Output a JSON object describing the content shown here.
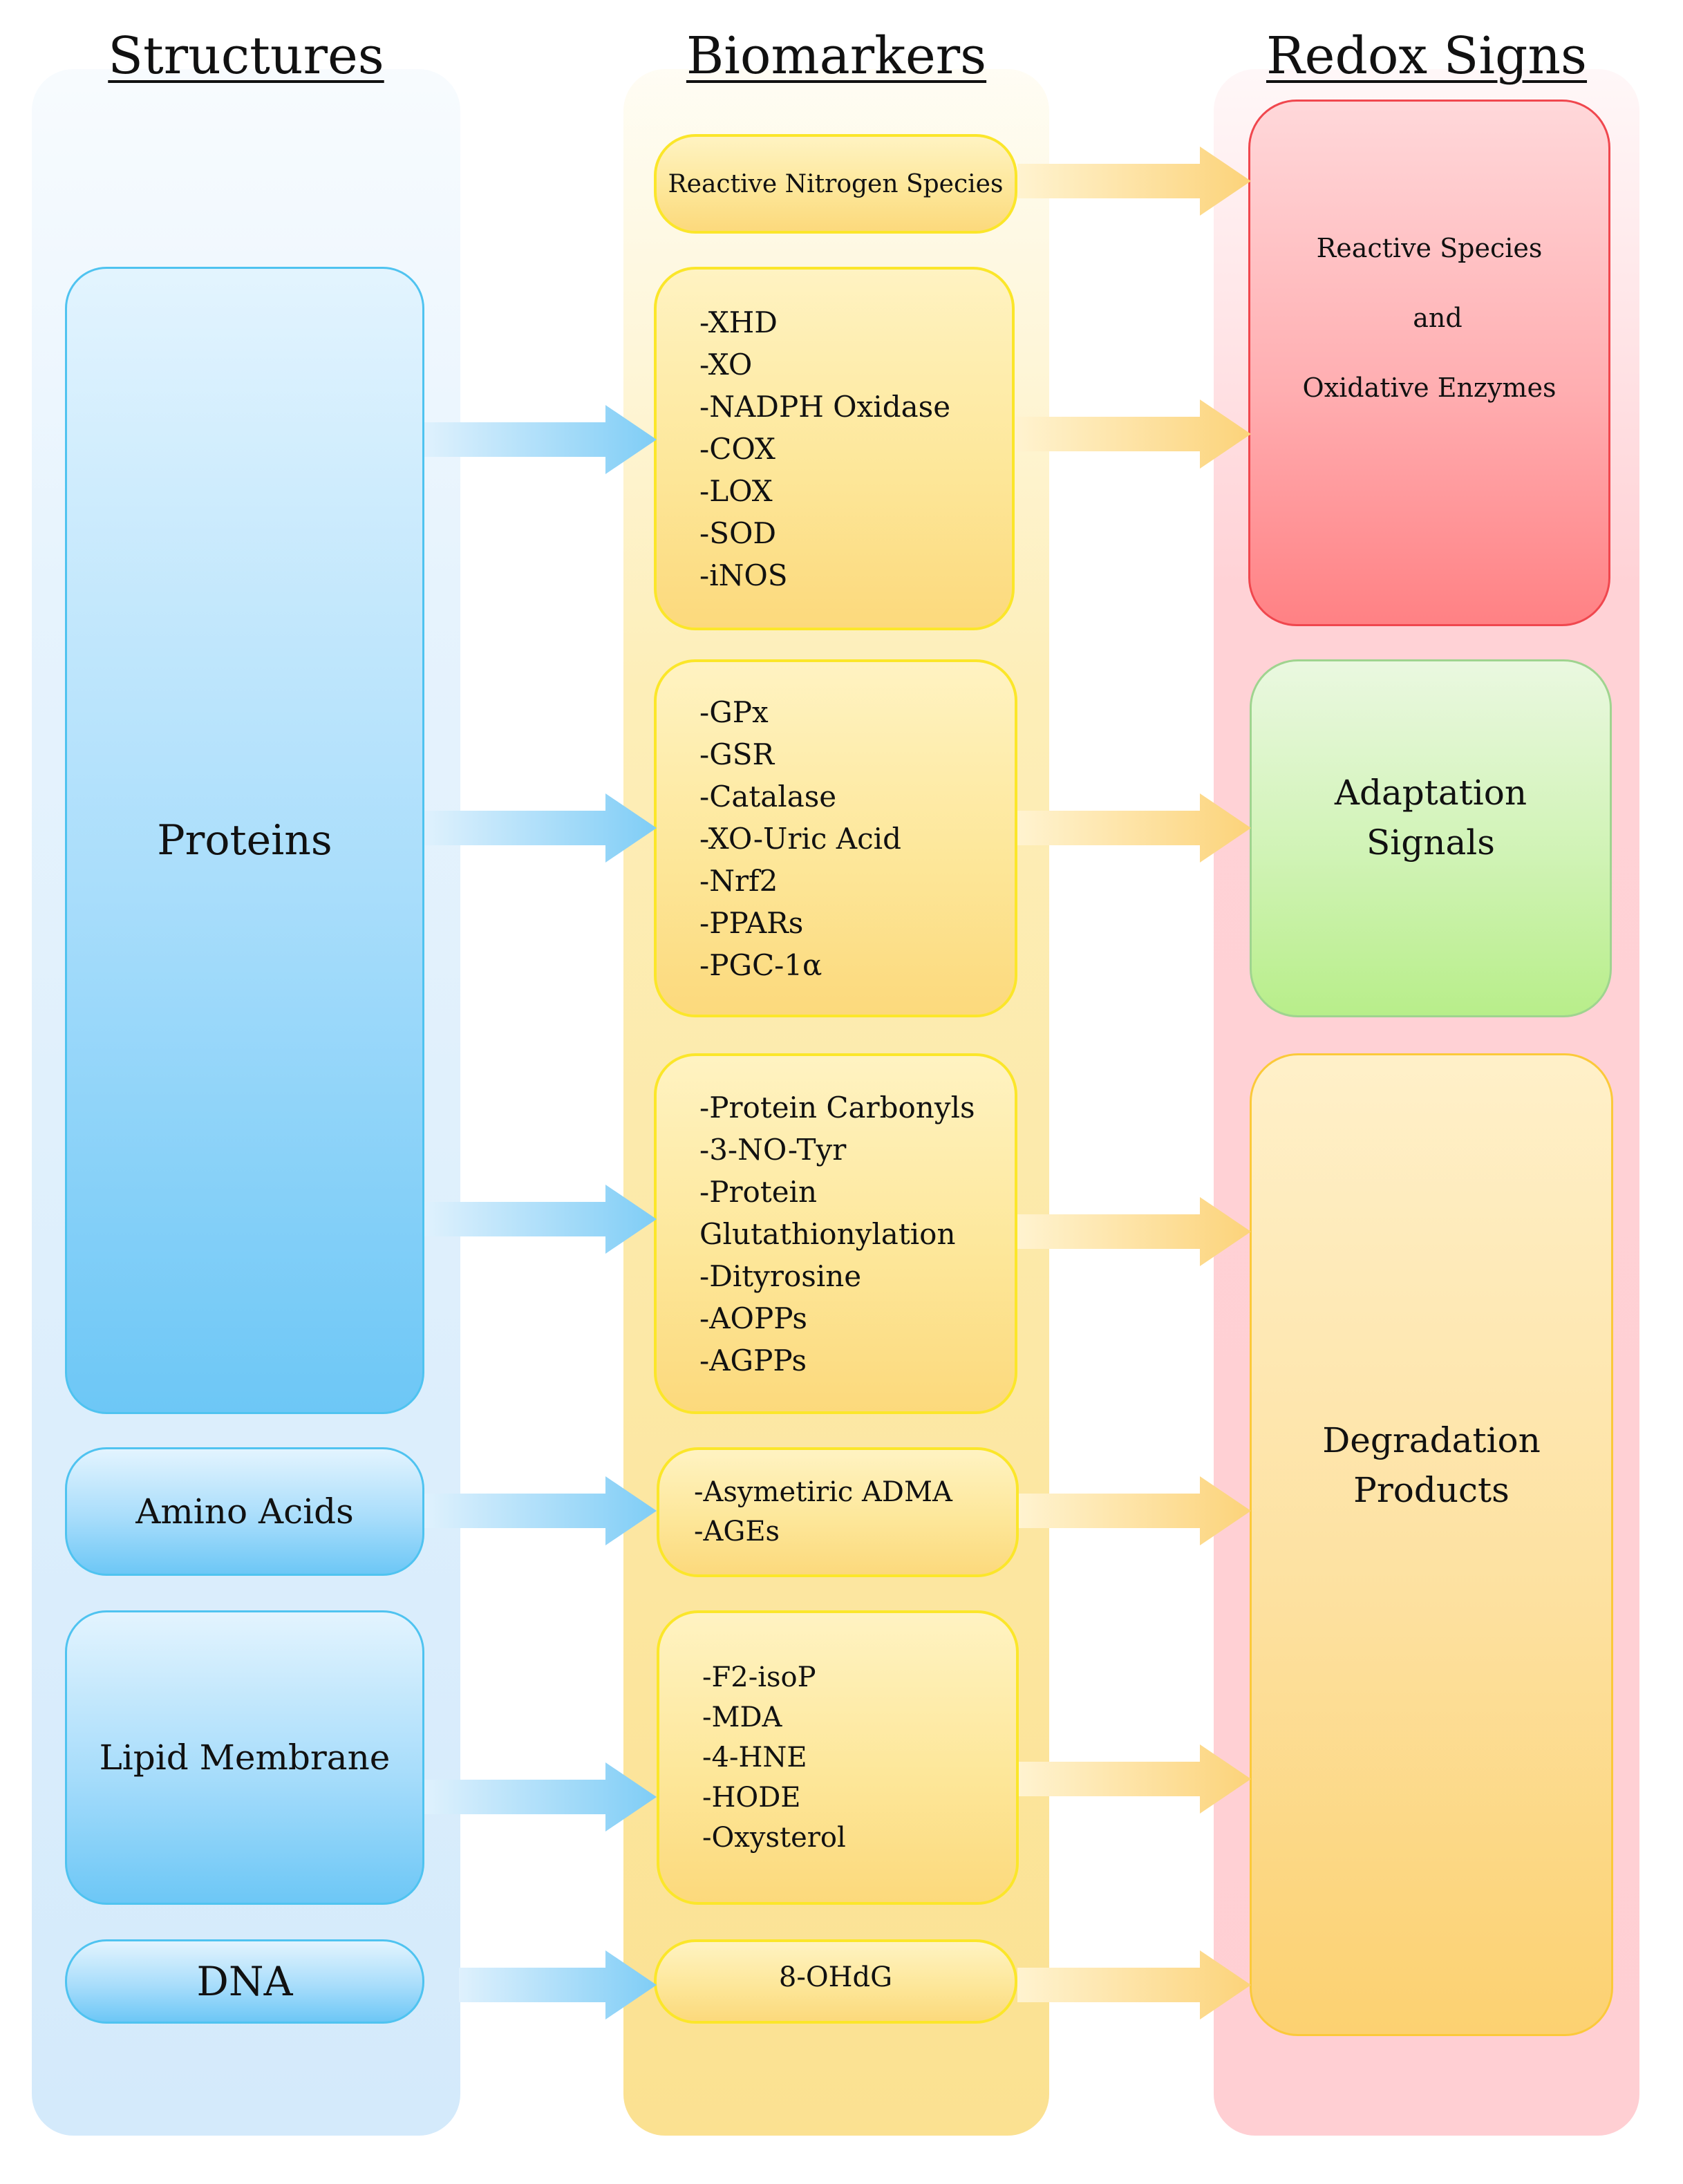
{
  "headers": {
    "structures": "Structures",
    "biomarkers": "Biomarkers",
    "redox": "Redox Signs"
  },
  "structures": {
    "proteins": "Proteins",
    "amino_acids": "Amino Acids",
    "lipid_membrane": "Lipid Membrane",
    "dna": "DNA"
  },
  "biomarkers": {
    "rns": "Reactive Nitrogen Species",
    "enzymes": [
      "-XHD",
      "-XO",
      "-NADPH Oxidase",
      "-COX",
      "-LOX",
      "-SOD",
      "-iNOS"
    ],
    "antioxidants": [
      "-GPx",
      "-GSR",
      "-Catalase",
      "-XO-Uric Acid",
      "-Nrf2",
      "-PPARs",
      "-PGC-1α"
    ],
    "protein_damage": [
      "-Protein Carbonyls",
      "-3-NO-Tyr",
      "-Protein",
      "Glutathionylation",
      "-Dityrosine",
      "-AOPPs",
      "-AGPPs"
    ],
    "amino_acid_markers": [
      "-Asymetiric ADMA",
      "-AGEs"
    ],
    "lipid_markers": [
      "-F2-isoP",
      "-MDA",
      "-4-HNE",
      "-HODE",
      "-Oxysterol"
    ],
    "dna_marker": "8-OHdG"
  },
  "redox": {
    "reactive_line1": "Reactive Species",
    "reactive_line2": "and",
    "reactive_line3": "Oxidative Enzymes",
    "adaptation_line1": "Adaptation",
    "adaptation_line2": "Signals",
    "degradation_line1": "Degradation",
    "degradation_line2": "Products"
  },
  "colors": {
    "structures_accent": "#4fc3f0",
    "biomarkers_accent": "#fbe62a",
    "reactive_accent": "#f0474e",
    "adaptation_accent": "#9fd48f",
    "degradation_accent": "#fbc93a"
  }
}
